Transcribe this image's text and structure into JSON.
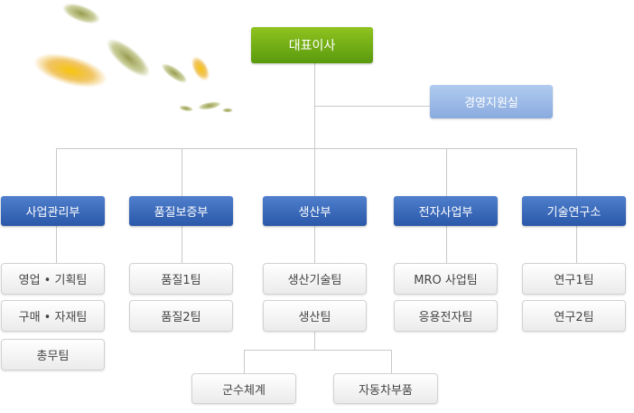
{
  "chart": {
    "root": {
      "label": "대표이사"
    },
    "staff": {
      "label": "경영지원실"
    },
    "departments": [
      {
        "label": "사업관리부",
        "teams": [
          "영업 • 기획팀",
          "구매 • 자재팀",
          "총무팀"
        ]
      },
      {
        "label": "품질보증부",
        "teams": [
          "품질1팀",
          "품질2팀"
        ]
      },
      {
        "label": "생산부",
        "teams": [
          "생산기술팀",
          "생산팀"
        ]
      },
      {
        "label": "전자사업부",
        "teams": [
          "MRO 사업팀",
          "응용전자팀"
        ]
      },
      {
        "label": "기술연구소",
        "teams": [
          "연구1팀",
          "연구2팀"
        ]
      }
    ],
    "sub_teams": [
      "군수체계",
      "자동차부품"
    ]
  },
  "colors": {
    "ceo": "#6aaa15",
    "staff": "#9dbbe8",
    "department": "#3a69bd",
    "team_text": "#444444",
    "connector": "#c9c9c9"
  }
}
